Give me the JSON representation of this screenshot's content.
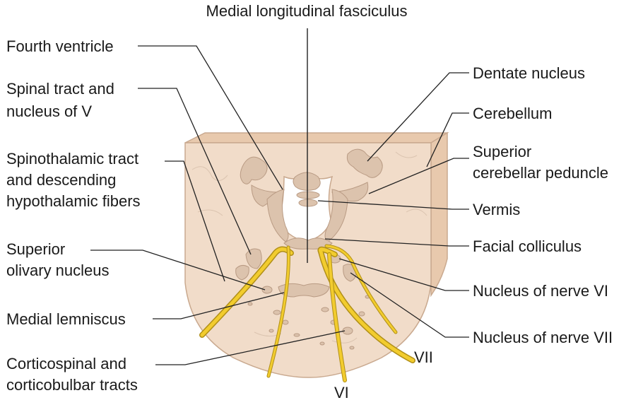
{
  "labels": {
    "mlf": "Medial longitudinal fasciculus",
    "fourth_ventricle": "Fourth ventricle",
    "spinal_tract_1": "Spinal tract and",
    "spinal_tract_2": "nucleus of V",
    "spinothalamic_1": "Spinothalamic tract",
    "spinothalamic_2": "and descending",
    "spinothalamic_3": "hypothalamic fibers",
    "superior_olivary_1": "Superior",
    "superior_olivary_2": "olivary nucleus",
    "medial_lemniscus": "Medial lemniscus",
    "corticospinal_1": "Corticospinal and",
    "corticospinal_2": "corticobulbar tracts",
    "dentate": "Dentate nucleus",
    "cerebellum": "Cerebellum",
    "scp_1": "Superior",
    "scp_2": "cerebellar peduncle",
    "vermis": "Vermis",
    "facial_colliculus": "Facial colliculus",
    "nucleus_vi": "Nucleus of nerve VI",
    "nucleus_vii": "Nucleus of nerve VII",
    "nerve_vii": "VII",
    "nerve_vi": "VI"
  },
  "colors": {
    "tissue": "#f1dcc9",
    "gray_matter": "#dcc3ad",
    "nerve_fiber": "#f2cc2e",
    "nerve_outline": "#b08f18"
  }
}
